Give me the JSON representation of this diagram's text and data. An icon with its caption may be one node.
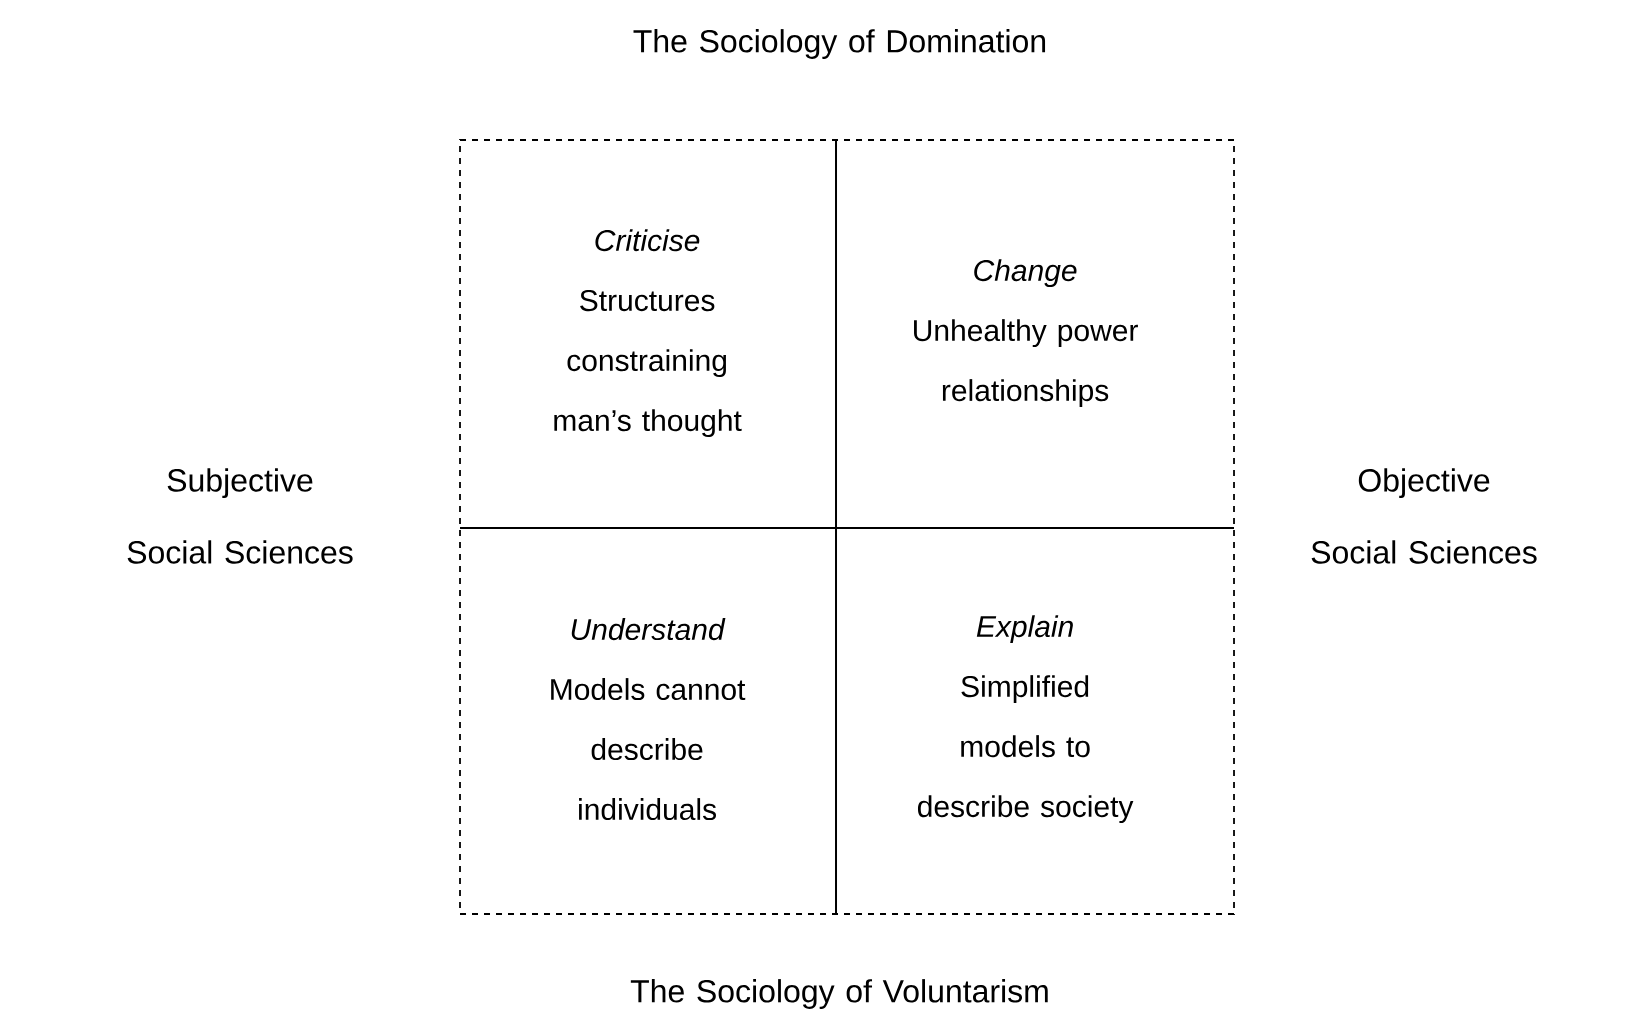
{
  "diagram": {
    "nodes": [
      {
        "text": [],
        "shape": "box"
      },
      {
        "text": [
          "Criticise",
          "Structures constraining man’s thought"
        ],
        "in": 0
      },
      {
        "text": [
          "Change",
          "Unhealthy power relationships"
        ],
        "in": 0
      },
      {
        "text": [
          "Understand",
          "Models cannot describe individuals"
        ],
        "in": 0
      },
      {
        "text": [
          "Explain",
          "Simplified models to describe society"
        ],
        "in": 0
      }
    ],
    "labels": [
      "The Sociology of Domination",
      "Subjective Social Sciences",
      "Objective Social Sciences",
      "The Sociology of Voluntarism"
    ]
  }
}
